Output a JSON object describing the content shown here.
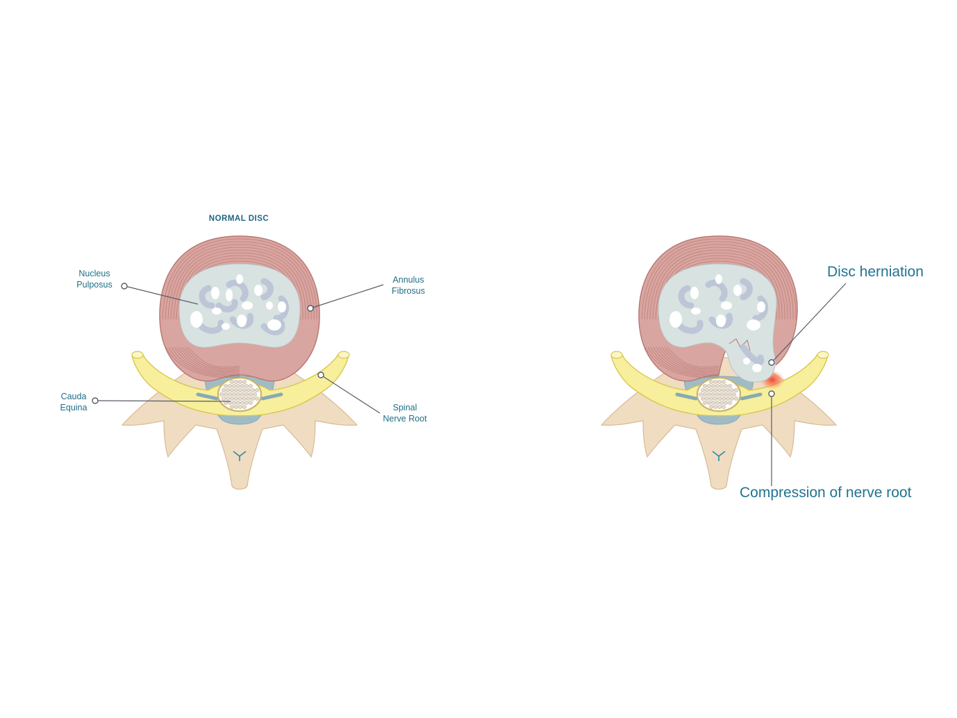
{
  "title": "NORMAL DISC",
  "normal_labels": {
    "nucleus": [
      "Nucleus",
      "Pulposus"
    ],
    "annulus": [
      "Annulus",
      "Fibrosus"
    ],
    "cauda": [
      "Cauda",
      "Equina"
    ],
    "spinal": [
      "Spinal",
      "Nerve Root"
    ]
  },
  "herniated_labels": {
    "herniation": "Disc herniation",
    "compression": "Compression of nerve root"
  },
  "colors": {
    "annulus": "#d9a5a0",
    "annulus_rings": "#b77672",
    "nucleus": "#d8e2e1",
    "nucleus_swirl": "#b9c3d6",
    "nerve": "#f7ef9c",
    "nerve_outline": "#d9c64a",
    "bone": "#f0dcc1",
    "canal": "#9fbcc6",
    "label": "#1e6f86",
    "inflammation": "#f04d3a"
  }
}
